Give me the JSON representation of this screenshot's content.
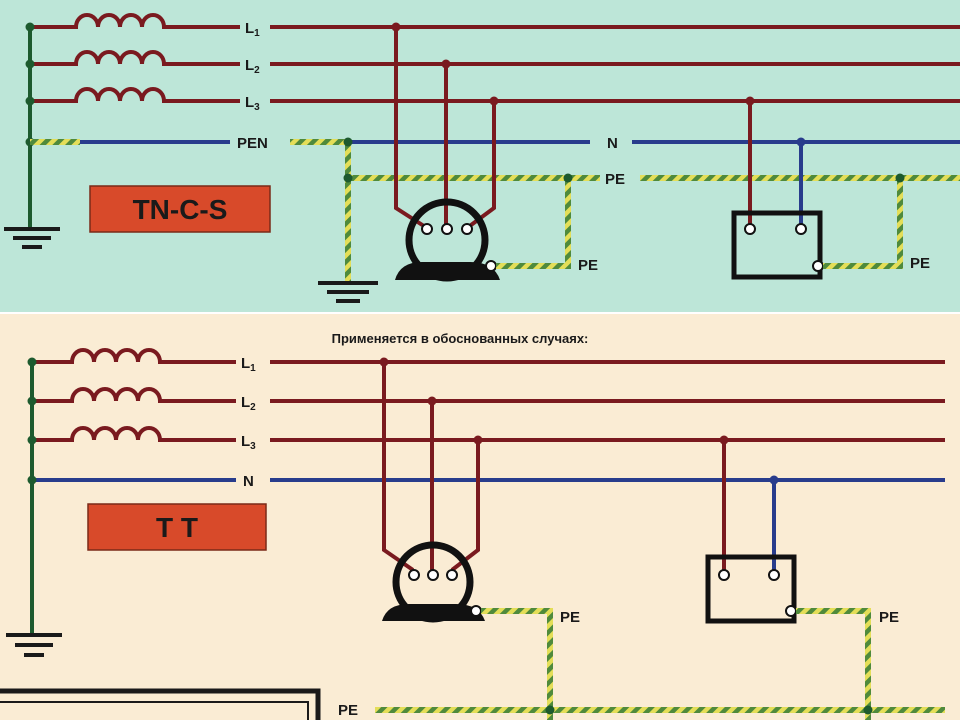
{
  "colors": {
    "top_background": "#bde6d8",
    "bottom_background": "#faecd4",
    "phase_wire": "#7a1a1f",
    "neutral_wire": "#283c8c",
    "pe_green": "#4f8a3c",
    "pe_yellow": "#e4de58",
    "ground_wire": "#1d5a2e",
    "badge_fill": "#d84a2a"
  },
  "tn_c_s": {
    "badge": "TN-C-S",
    "labels": {
      "l1": "L",
      "l1_sub": "1",
      "l2": "L",
      "l2_sub": "2",
      "l3": "L",
      "l3_sub": "3",
      "pen": "PEN",
      "n": "N",
      "pe_line": "PE",
      "pe_motor": "PE",
      "pe_box": "PE"
    },
    "icons": [
      "coil-icon",
      "ground-symbol-icon",
      "motor-icon",
      "load-box-icon"
    ]
  },
  "tt": {
    "caption": "Применяется в обоснованных случаях:",
    "badge": "T T",
    "labels": {
      "l1": "L",
      "l1_sub": "1",
      "l2": "L",
      "l2_sub": "2",
      "l3": "L",
      "l3_sub": "3",
      "n": "N",
      "pe_motor": "PE",
      "pe_box": "PE",
      "pe_line": "PE"
    },
    "icons": [
      "coil-icon",
      "ground-symbol-icon",
      "motor-icon",
      "load-box-icon"
    ]
  }
}
